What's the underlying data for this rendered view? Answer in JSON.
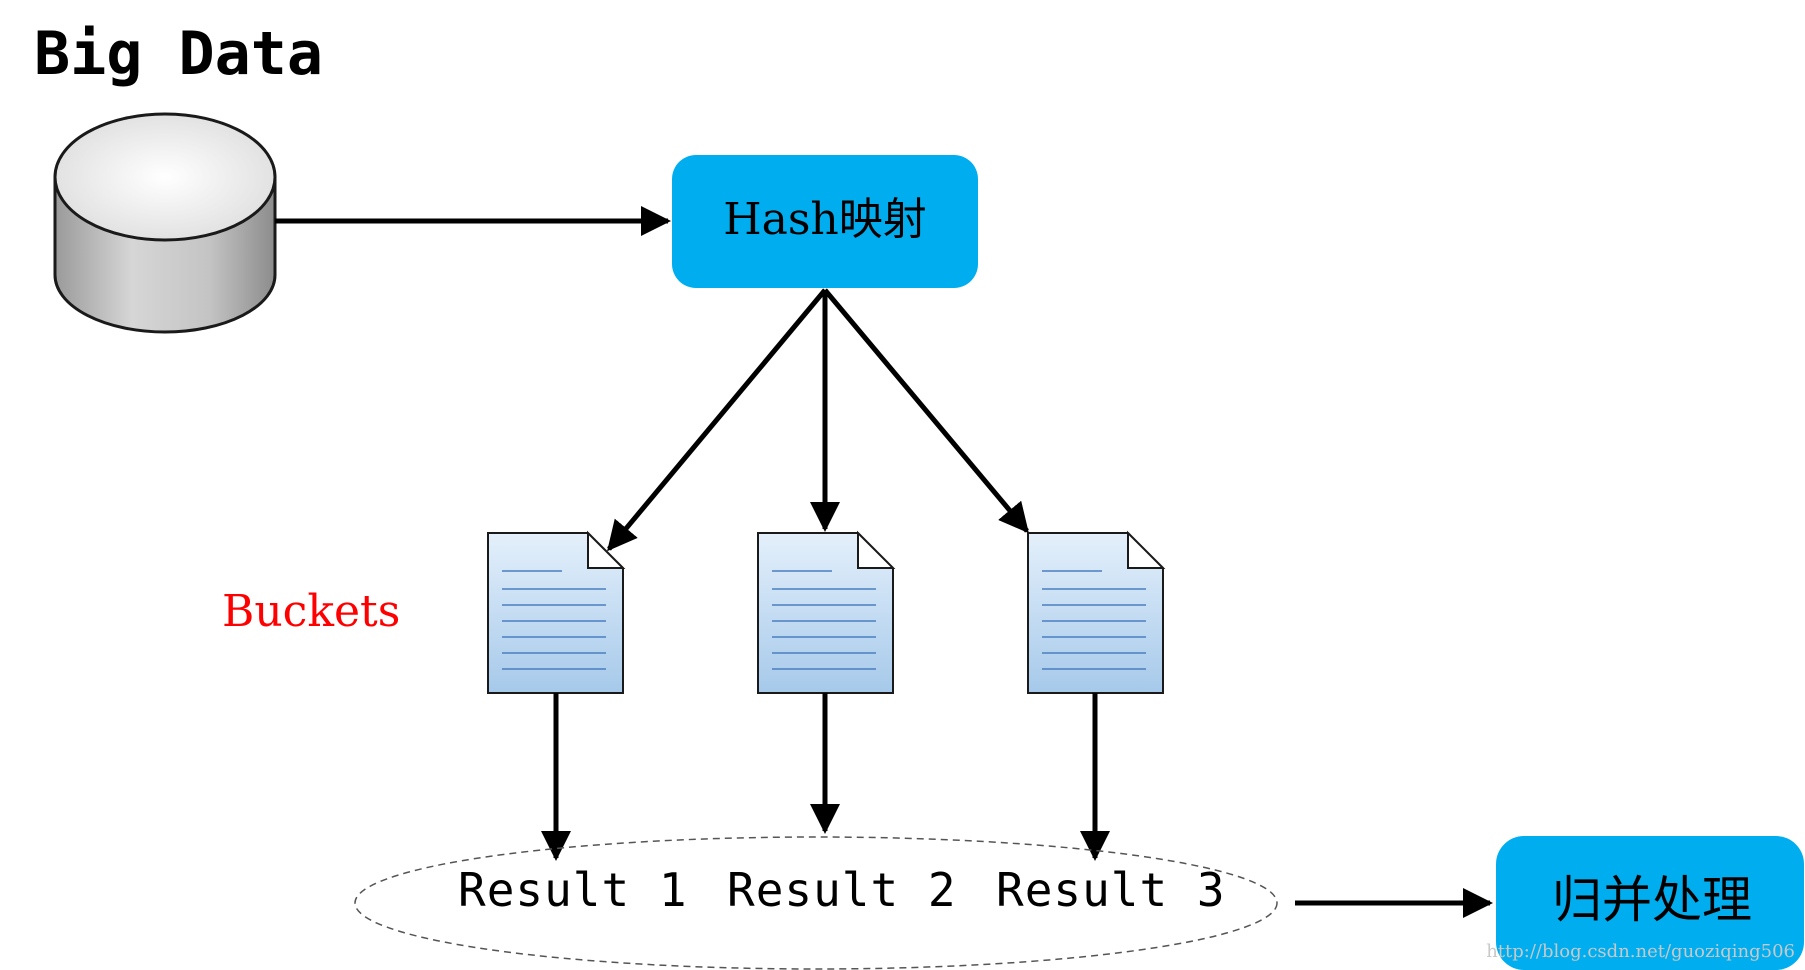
{
  "title": "Big Data",
  "hash_node": {
    "label": "Hash映射"
  },
  "buckets_label": "Buckets",
  "results": [
    {
      "label": "Result 1"
    },
    {
      "label": "Result 2"
    },
    {
      "label": "Result 3"
    }
  ],
  "merge_node": {
    "label": "归并处理"
  },
  "watermark": "http://blog.csdn.net/guoziqing506",
  "icons": {
    "database": "database-cylinder-icon",
    "bucket_file": "document-file-icon"
  },
  "colors": {
    "node_fill": "#00AEEF",
    "bucket_label": "#FF0000",
    "file_fill_top": "#DCEBF8",
    "file_fill_bottom": "#A9CBEB",
    "file_lines": "#5B8FC7",
    "cylinder_light": "#F2F2F2",
    "cylinder_dark": "#B8B8B8"
  }
}
